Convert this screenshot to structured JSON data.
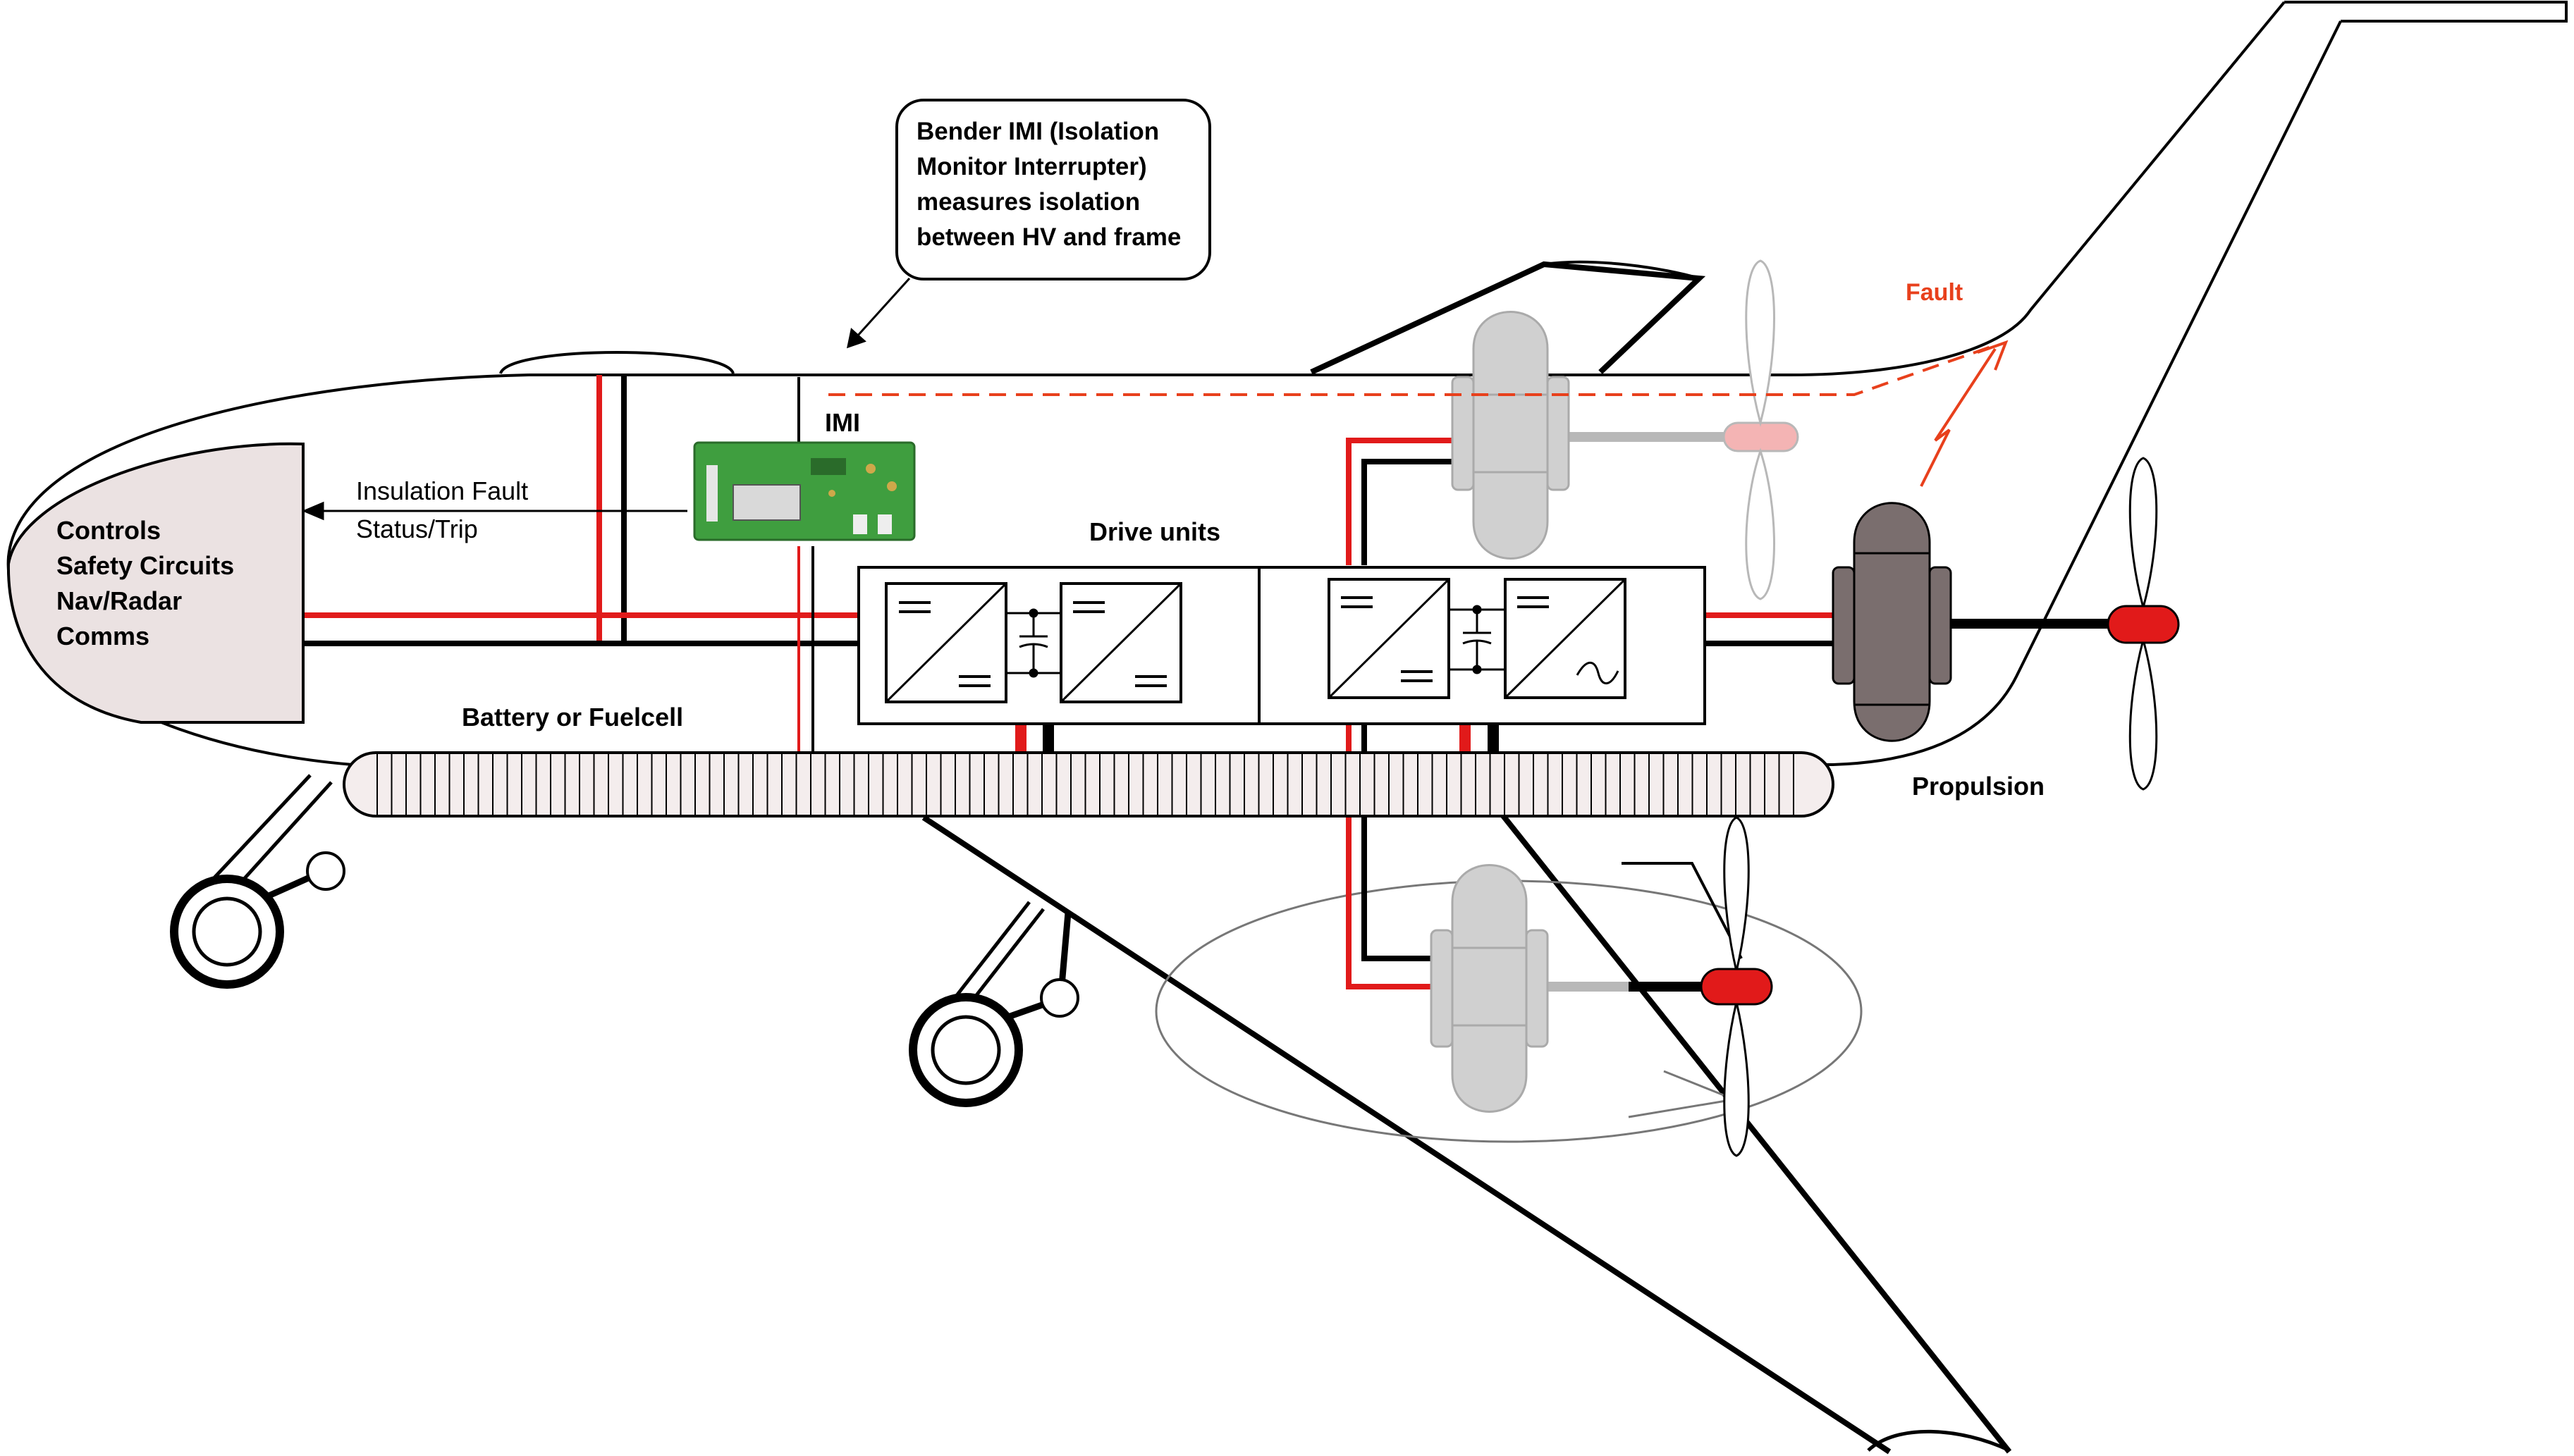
{
  "callout": {
    "lines": [
      "Bender IMI (Isolation",
      "Monitor Interrupter)",
      "measures isolation",
      "between HV and frame"
    ]
  },
  "labels": {
    "imi": "IMI",
    "insulation_fault": [
      "Insulation Fault",
      "Status/Trip"
    ],
    "controls": [
      "Controls",
      "Safety Circuits",
      "Nav/Radar",
      "Comms"
    ],
    "drive_units": "Drive units",
    "battery": "Battery or Fuelcell",
    "propulsion": "Propulsion",
    "fault": "Fault"
  },
  "colors": {
    "hv_positive": "#e11a1a",
    "hv_negative": "#000000",
    "fault": "#e8401c",
    "nose_fill": "#ebe2e2",
    "motor_dark": "#7a6e6e",
    "motor_light": "#d0d0d0",
    "imi_board": "#3f9e3f"
  }
}
